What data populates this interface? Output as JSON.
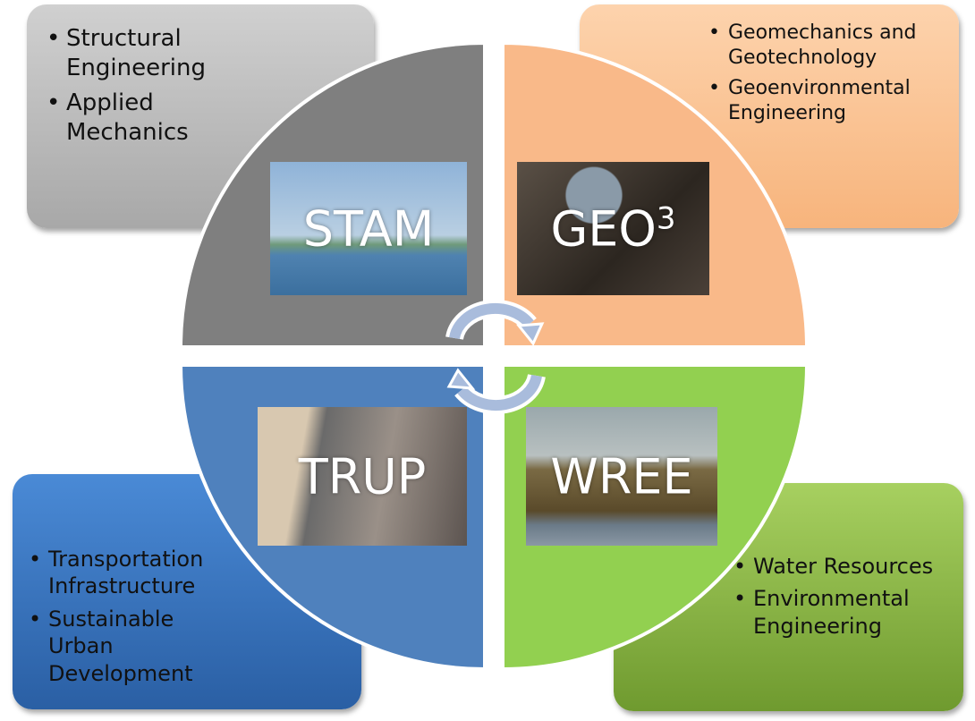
{
  "quadrants": [
    {
      "label": "STAM",
      "color": "#7f7f7f",
      "items": [
        "Structural Engineering",
        "Applied Mechanics"
      ]
    },
    {
      "label": "GEO",
      "superscript": "3",
      "color": "#f9b989",
      "items": [
        "Geomechanics and Geotechnology",
        "Geoenvironmental Engineering"
      ]
    },
    {
      "label": "TRUP",
      "color": "#4f81bd",
      "items": [
        "Transportation Infrastructure",
        "Sustainable Urban Development"
      ]
    },
    {
      "label": "WREE",
      "color": "#92d050",
      "items": [
        "Water Resources",
        "Environmental Engineering"
      ]
    }
  ],
  "cycle_arrow_color": "#a9bcdc"
}
